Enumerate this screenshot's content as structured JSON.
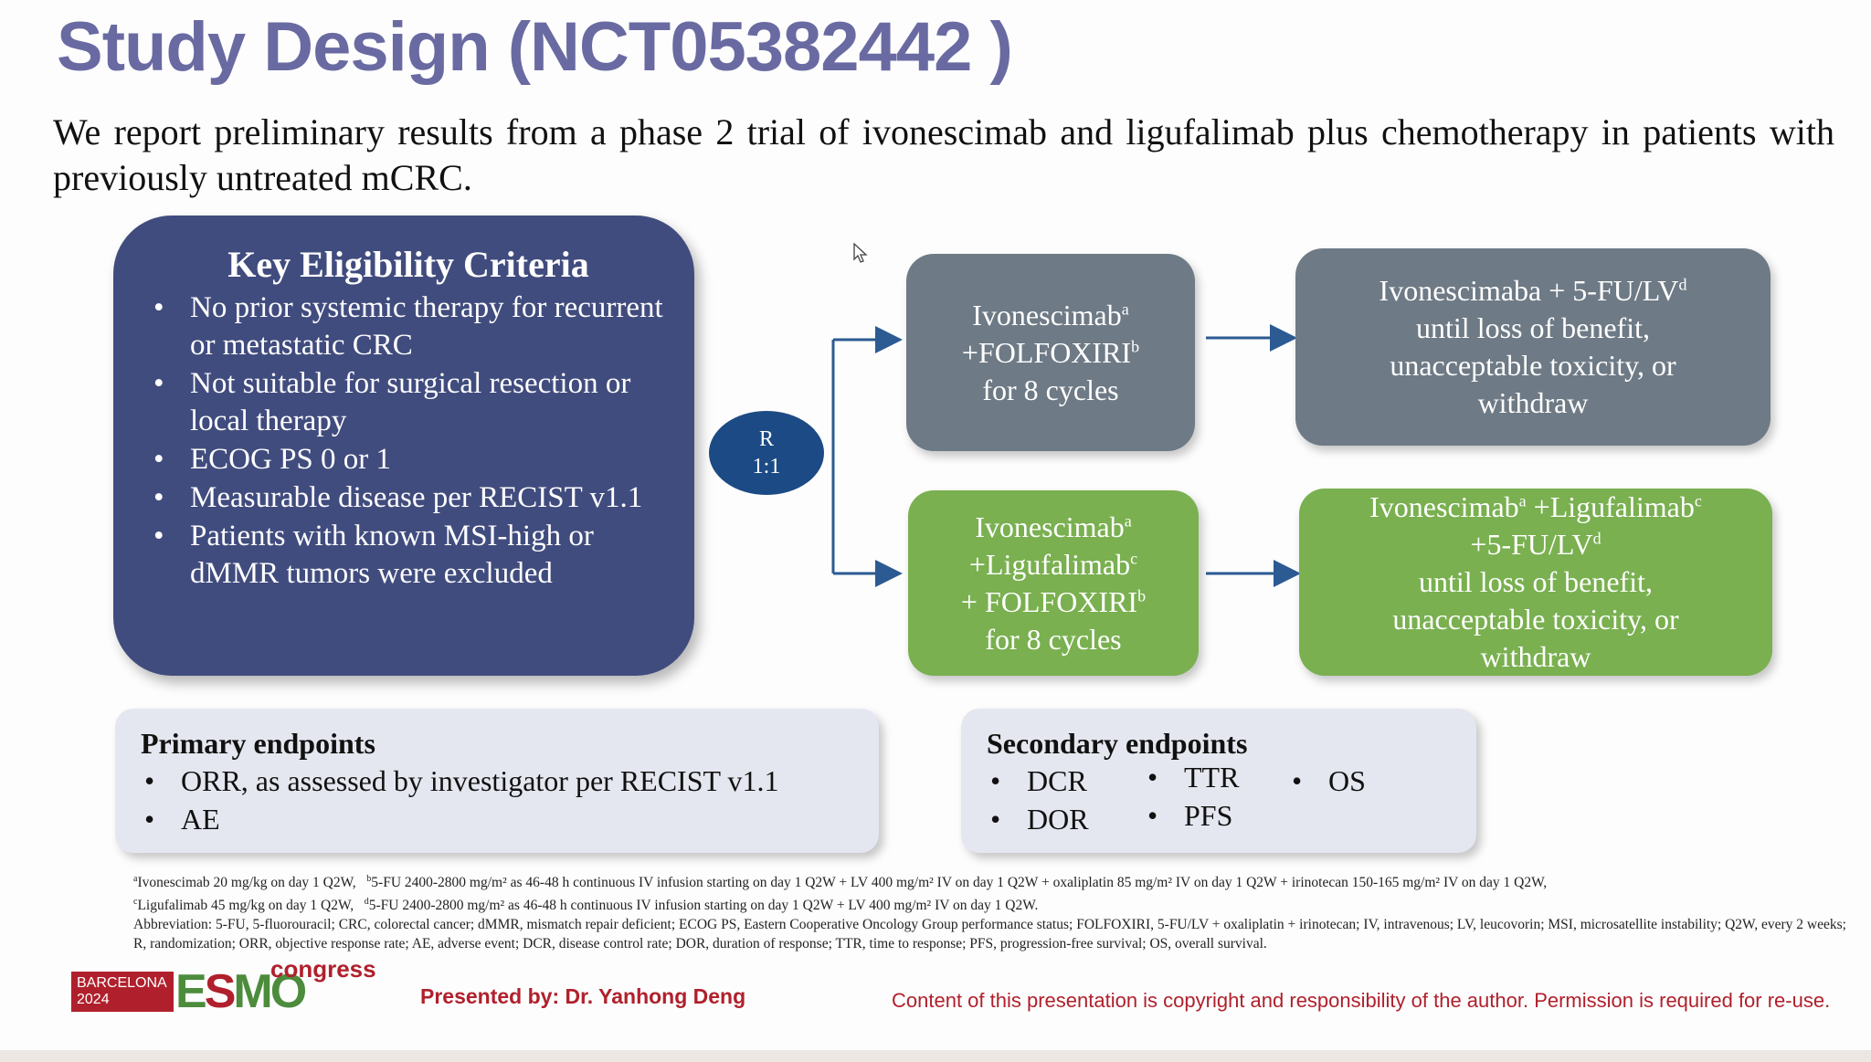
{
  "title": "Study Design (NCT05382442 )",
  "intro": "We report preliminary results from a phase 2 trial of ivonescimab and ligufalimab plus chemotherapy in patients with previously untreated mCRC.",
  "eligibility": {
    "heading": "Key Eligibility Criteria",
    "items": [
      "No prior systemic therapy for recurrent or metastatic CRC",
      "Not suitable for surgical resection or local therapy",
      "ECOG PS 0 or 1",
      "Measurable disease  per RECIST v1.1",
      "Patients with known MSI-high or dMMR tumors were excluded"
    ]
  },
  "randomization": {
    "label": "R",
    "ratio": "1:1"
  },
  "arm1": {
    "induction": {
      "drug": "Ivonescimab",
      "drug_sup": "a",
      "combo": "+FOLFOXIRI",
      "combo_sup": "b",
      "duration": "for 8 cycles"
    },
    "maintenance": {
      "line1": "Ivonescimaba + 5-FU/LV",
      "line1_sup": "d",
      "line2": "until loss of benefit,",
      "line3": "unacceptable toxicity, or",
      "line4": "withdraw"
    }
  },
  "arm2": {
    "induction": {
      "drug": "Ivonescimab",
      "drug_sup": "a",
      "drug2": "+Ligufalimab",
      "drug2_sup": "c",
      "combo": "+ FOLFOXIRI",
      "combo_sup": "b",
      "duration": "for 8 cycles"
    },
    "maintenance": {
      "drug": "Ivonescimab",
      "drug_sup": "a",
      "drug2": " +Ligufalimab",
      "drug2_sup": "c",
      "combo": "+5-FU/LV",
      "combo_sup": "d",
      "line2": "until loss of benefit,",
      "line3": "unacceptable toxicity, or",
      "line4": "withdraw"
    }
  },
  "primary_endpoints": {
    "heading": "Primary endpoints",
    "items": [
      "ORR, as assessed by investigator per RECIST v1.1",
      "AE"
    ]
  },
  "secondary_endpoints": {
    "heading": "Secondary endpoints",
    "items": [
      "DCR",
      "DOR",
      "TTR",
      "PFS",
      "OS"
    ]
  },
  "bullet": "•",
  "footnotes": {
    "line1_a": "a",
    "line1_a_text": "Ivonescimab 20 mg/kg on day 1 Q2W,",
    "line1_b": "b",
    "line1_b_text": "5-FU 2400-2800 mg/m² as 46-48 h continuous IV infusion starting on day 1 Q2W + LV 400 mg/m² IV on day 1 Q2W + oxaliplatin 85 mg/m² IV on day 1 Q2W + irinotecan 150-165 mg/m² IV on day 1 Q2W,",
    "line2_c": "c",
    "line2_c_text": "Ligufalimab 45 mg/kg on day 1 Q2W,",
    "line2_d": "d",
    "line2_d_text": "5-FU 2400-2800 mg/m² as 46-48 h continuous IV infusion starting on day 1 Q2W + LV 400 mg/m² IV on day 1 Q2W.",
    "abbreviation": "Abbreviation: 5-FU, 5-fluorouracil; CRC, colorectal cancer; dMMR, mismatch repair deficient; ECOG PS, Eastern Cooperative Oncology Group performance status; FOLFOXIRI, 5-FU/LV + oxaliplatin + irinotecan; IV, intravenous; LV, leucovorin; MSI, microsatellite instability; Q2W, every 2 weeks; R, randomization; ORR, objective response rate; AE, adverse event; DCR, disease control rate; DOR, duration of response; TTR, time to response; PFS, progression-free survival; OS, overall survival."
  },
  "footer": {
    "logo_city": "BARCELONA",
    "logo_year": "2024",
    "logo_esmo_e": "E",
    "logo_esmo_s": "S",
    "logo_esmo_mo": "MO",
    "logo_congress": "congress",
    "presenter": "Presented by: Dr. Yanhong Deng",
    "copyright": "Content of this presentation is copyright and responsibility of the author. Permission is required for re-use."
  },
  "colors": {
    "title": "#6a6aa2",
    "eligibility_box": "#414c7e",
    "randomization": "#1c4a84",
    "arm1": "#6e7a85",
    "arm2": "#7ab050",
    "endpoints_box": "#e5e7f0",
    "footer_text": "#b0202c"
  }
}
